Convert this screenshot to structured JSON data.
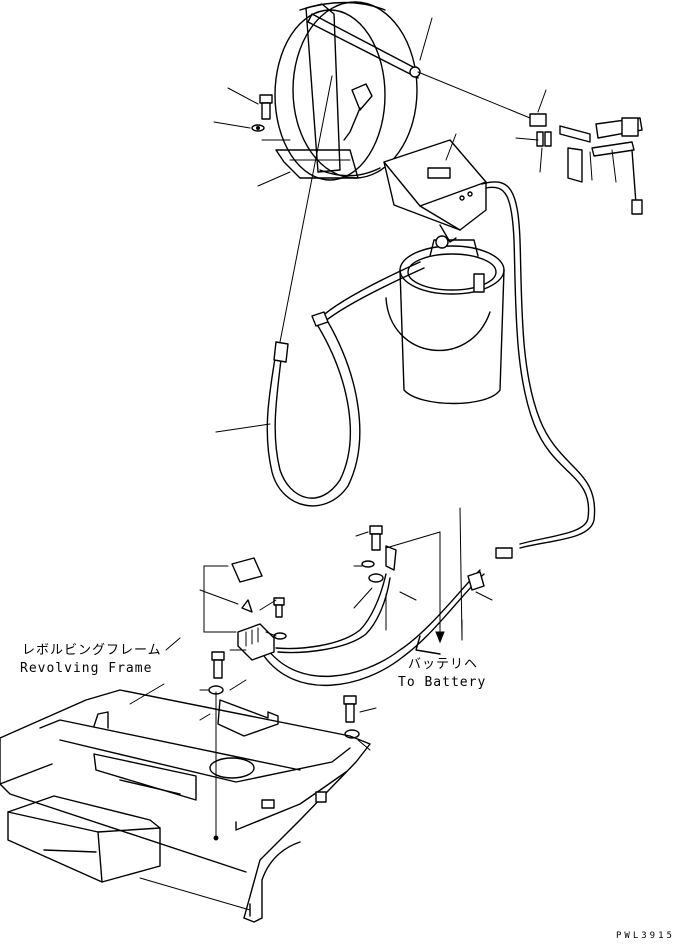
{
  "labels": {
    "frame_jp": "レボルビングフレーム",
    "frame_en": "Revolving Frame",
    "battery_jp": "バッテリヘ",
    "battery_en": "To Battery",
    "drawing_code": "PWL3915"
  }
}
